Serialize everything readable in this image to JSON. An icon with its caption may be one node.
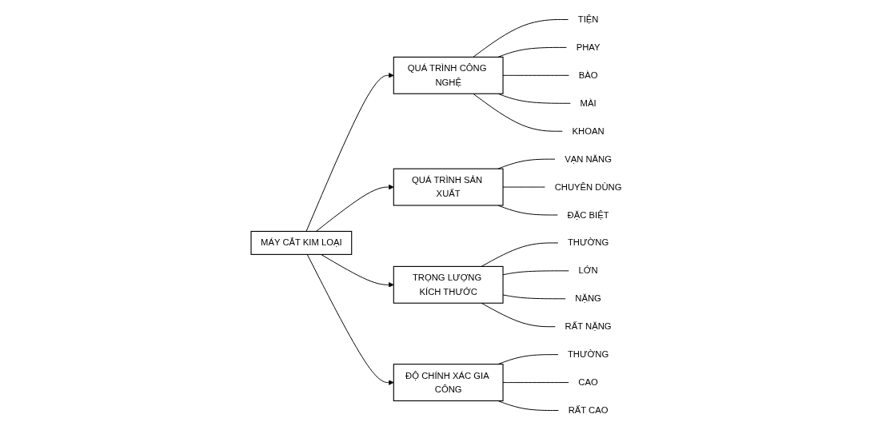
{
  "diagram": {
    "nodes": [
      {
        "text": [
          "MÁY CẮT KIM LOẠI"
        ]
      },
      {
        "text": [
          "QUÁ TRÌNH CÔNG NGHỆ"
        ]
      },
      {
        "text": [
          "TIỆN"
        ]
      },
      {
        "text": [
          "PHAY"
        ]
      },
      {
        "text": [
          "BÀO"
        ]
      },
      {
        "text": [
          "MÀI"
        ]
      },
      {
        "text": [
          "KHOAN"
        ]
      },
      {
        "text": [
          "QUÁ TRÌNH SẢN XUẤT"
        ]
      },
      {
        "text": [
          "VẠN NĂNG"
        ]
      },
      {
        "text": [
          "CHUYÊN DÙNG"
        ]
      },
      {
        "text": [
          "ĐẶC BIỆT"
        ]
      },
      {
        "text": [
          "TRỌNG LƯỢNG KÍCH THƯỚC"
        ]
      },
      {
        "text": [
          "THƯỜNG"
        ]
      },
      {
        "text": [
          "LỚN"
        ]
      },
      {
        "text": [
          "NẶNG"
        ]
      },
      {
        "text": [
          "RẤT NẶNG"
        ]
      },
      {
        "text": [
          "ĐỘ CHÍNH XÁC GIA CÔNG"
        ]
      },
      {
        "text": [
          "THƯỜNG"
        ]
      },
      {
        "text": [
          "CAO"
        ]
      },
      {
        "text": [
          "RẤT CAO"
        ]
      }
    ],
    "edges": [
      {
        "from": 0,
        "to": 1,
        "arrow": "to"
      },
      {
        "from": 0,
        "to": 7,
        "arrow": "to"
      },
      {
        "from": 0,
        "to": 11,
        "arrow": "to"
      },
      {
        "from": 0,
        "to": 16,
        "arrow": "to"
      },
      {
        "from": 1,
        "to": 2,
        "arrow": "none"
      },
      {
        "from": 1,
        "to": 3,
        "arrow": "none"
      },
      {
        "from": 1,
        "to": 4,
        "arrow": "none"
      },
      {
        "from": 1,
        "to": 5,
        "arrow": "none"
      },
      {
        "from": 1,
        "to": 6,
        "arrow": "none"
      },
      {
        "from": 7,
        "to": 8,
        "arrow": "none"
      },
      {
        "from": 7,
        "to": 9,
        "arrow": "none"
      },
      {
        "from": 7,
        "to": 10,
        "arrow": "none"
      },
      {
        "from": 11,
        "to": 12,
        "arrow": "none"
      },
      {
        "from": 11,
        "to": 13,
        "arrow": "none"
      },
      {
        "from": 11,
        "to": 14,
        "arrow": "none"
      },
      {
        "from": 11,
        "to": 15,
        "arrow": "none"
      },
      {
        "from": 16,
        "to": 17,
        "arrow": "none"
      },
      {
        "from": 16,
        "to": 18,
        "arrow": "none"
      },
      {
        "from": 16,
        "to": 19,
        "arrow": "none"
      }
    ]
  }
}
